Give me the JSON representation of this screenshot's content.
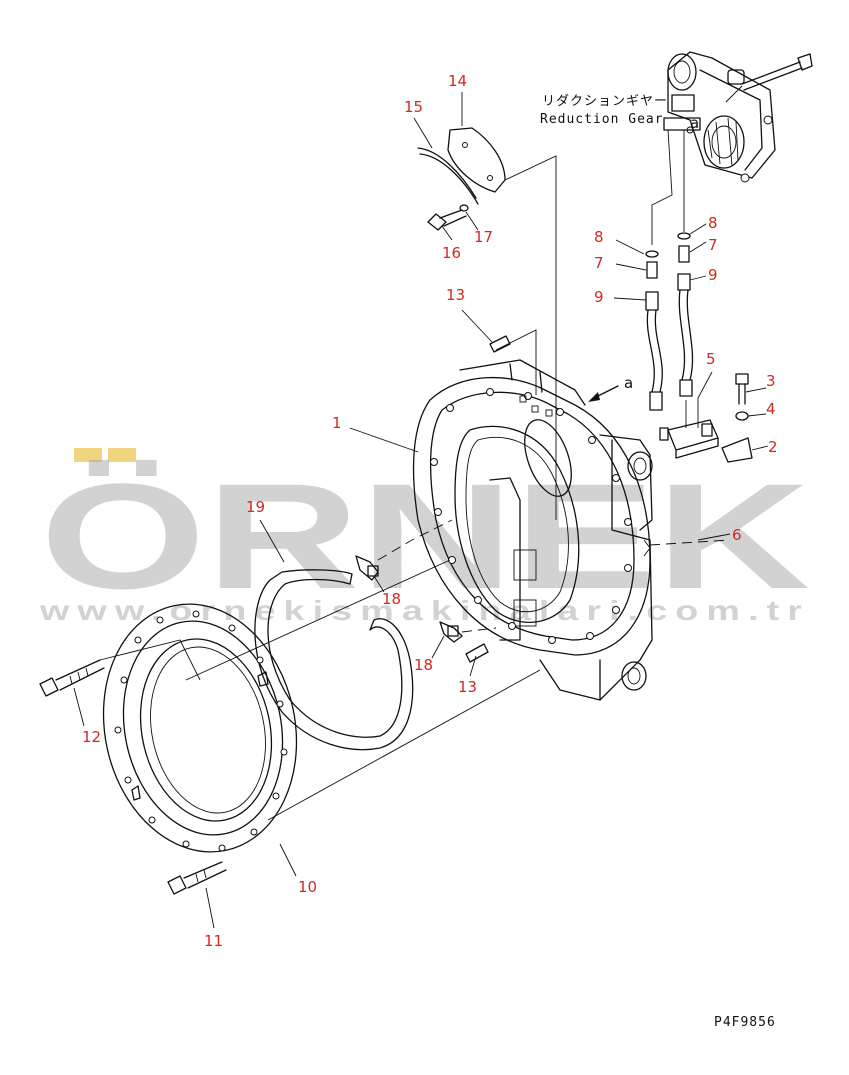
{
  "figure": {
    "code": "P4F9856",
    "reduction_gear_jp": "リダクションギヤー",
    "reduction_gear_en": "Reduction Gear",
    "view_marker": "a"
  },
  "callouts": [
    "1",
    "2",
    "3",
    "4",
    "5",
    "6",
    "7",
    "7",
    "8",
    "8",
    "9",
    "9",
    "10",
    "11",
    "12",
    "13",
    "13",
    "14",
    "15",
    "16",
    "17",
    "18",
    "18",
    "19"
  ],
  "watermark": {
    "brand": "ÖRNEK",
    "url": "www.ornekismakinalari.com.tr"
  },
  "colors": {
    "callout": "#d12a1f",
    "line": "#111111",
    "watermark": "#9d9d9d",
    "watermark_accent": "#e8c34a"
  }
}
